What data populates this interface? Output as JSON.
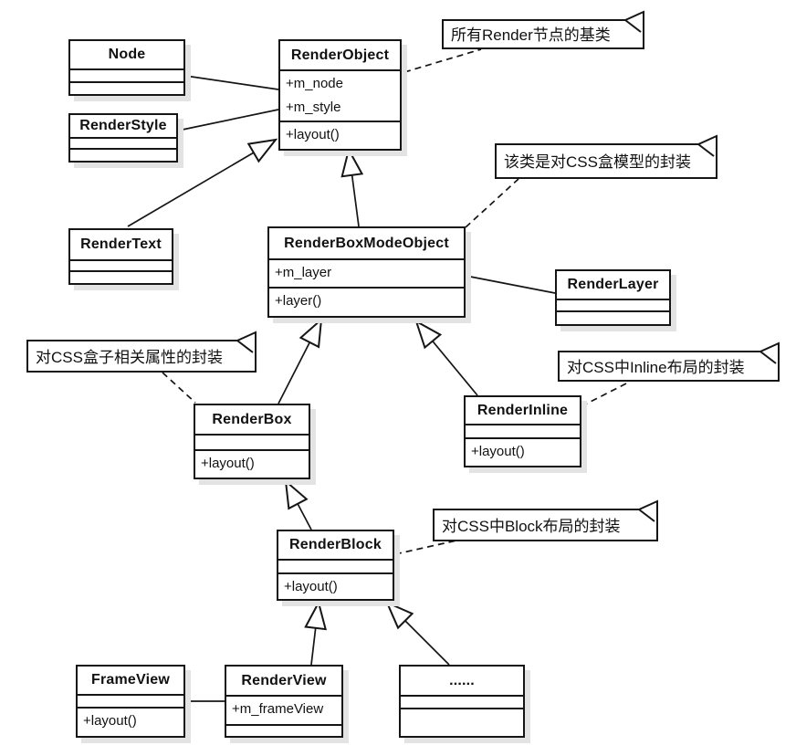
{
  "diagram": {
    "classes": {
      "node": {
        "name": "Node"
      },
      "render_style": {
        "name": "RenderStyle"
      },
      "render_object": {
        "name": "RenderObject",
        "attr1": "+m_node",
        "attr2": "+m_style",
        "method1": "+layout()"
      },
      "render_text": {
        "name": "RenderText"
      },
      "render_box_mode_object": {
        "name": "RenderBoxModeObject",
        "attr1": "+m_layer",
        "method1": "+layer()"
      },
      "render_layer": {
        "name": "RenderLayer"
      },
      "render_box": {
        "name": "RenderBox",
        "method1": "+layout()"
      },
      "render_inline": {
        "name": "RenderInline",
        "method1": "+layout()"
      },
      "render_block": {
        "name": "RenderBlock",
        "method1": "+layout()"
      },
      "frame_view": {
        "name": "FrameView",
        "method1": "+layout()"
      },
      "render_view": {
        "name": "RenderView",
        "attr1": "+m_frameView"
      },
      "ellipsis": {
        "name": "......"
      }
    },
    "notes": {
      "render_object": {
        "text": "所有Render节点的基类"
      },
      "box_model": {
        "text": "该类是对CSS盒模型的封装"
      },
      "render_box": {
        "text": "对CSS盒子相关属性的封装"
      },
      "render_inline": {
        "text": "对CSS中Inline布局的封装"
      },
      "render_block": {
        "text": "对CSS中Block布局的封装"
      }
    },
    "colors": {
      "line": "#151515",
      "box_fill": "#ffffff",
      "shadow": "#e3e3e3"
    }
  }
}
